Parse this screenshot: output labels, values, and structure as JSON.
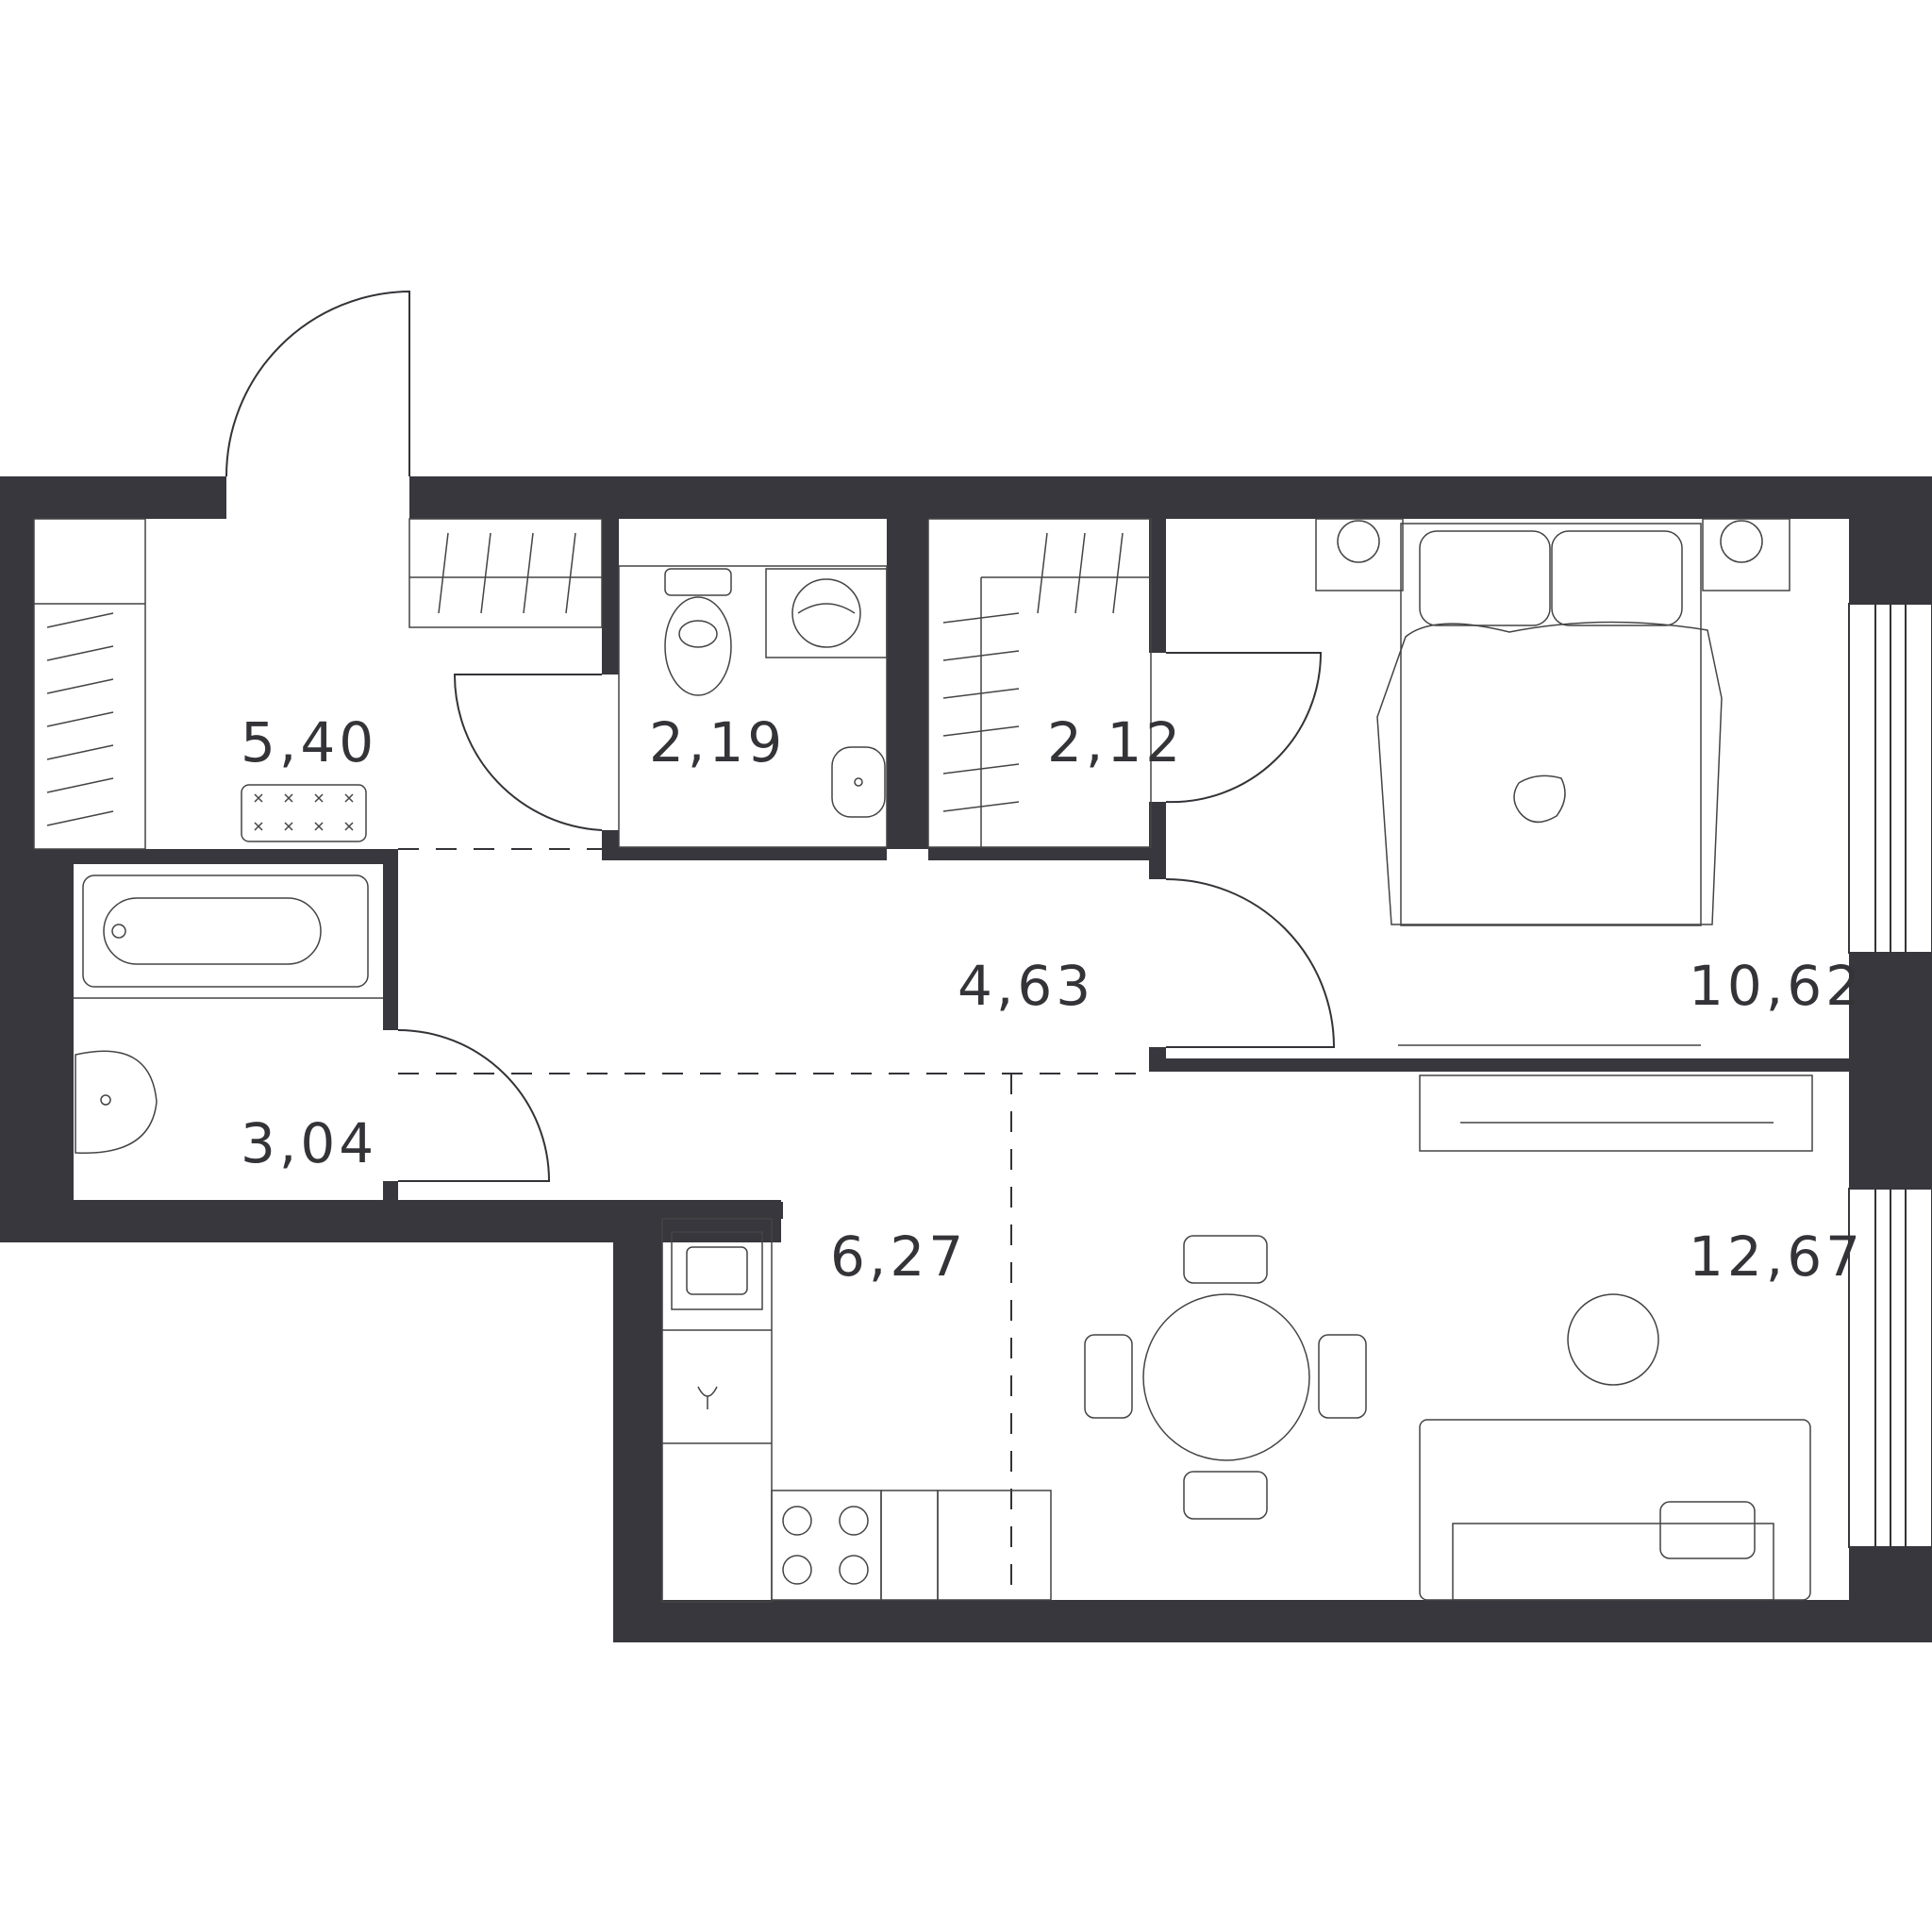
{
  "plan": {
    "colors": {
      "wall": "#38373d",
      "line": "#333338",
      "background": "#ffffff"
    },
    "rooms": [
      {
        "id": "hallway-entrance",
        "area": "5,40"
      },
      {
        "id": "toilet",
        "area": "2,19"
      },
      {
        "id": "closet",
        "area": "2,12"
      },
      {
        "id": "bedroom",
        "area": "10,62"
      },
      {
        "id": "corridor",
        "area": "4,63"
      },
      {
        "id": "bathroom",
        "area": "3,04"
      },
      {
        "id": "kitchen",
        "area": "6,27"
      },
      {
        "id": "living-room",
        "area": "12,67"
      }
    ]
  }
}
